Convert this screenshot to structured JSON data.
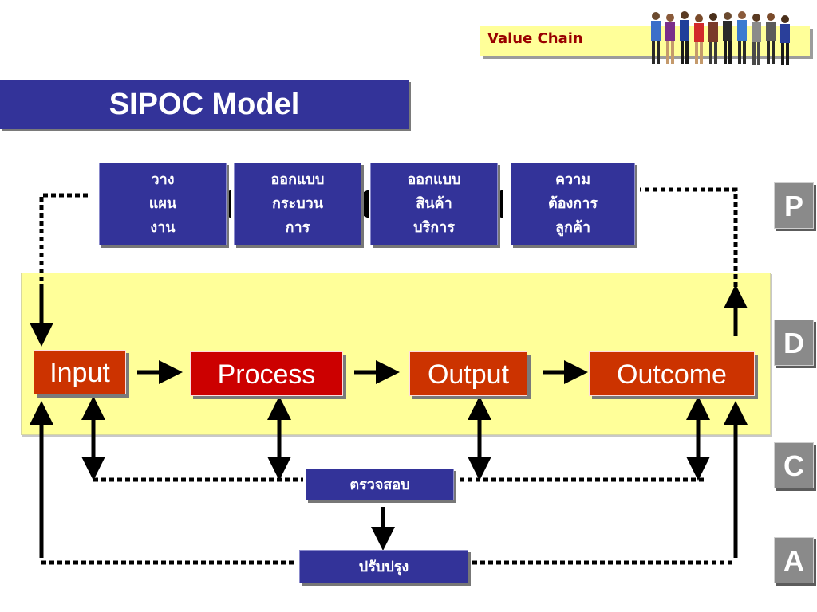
{
  "header": {
    "tag_label": "Value Chain"
  },
  "title": "SIPOC    Model",
  "planning": [
    {
      "lines": [
        "วาง",
        "แผน",
        "งาน"
      ]
    },
    {
      "lines": [
        "ออกแบบ",
        "กระบวน",
        "การ"
      ]
    },
    {
      "lines": [
        "ออกแบบ",
        "สินค้า",
        "บริการ"
      ]
    },
    {
      "lines": [
        "ความ",
        "ต้องการ",
        "ลูกค้า"
      ]
    }
  ],
  "sipoc": {
    "input": "Input",
    "process": "Process",
    "output": "Output",
    "outcome": "Outcome"
  },
  "check_label": "ตรวจสอบ",
  "improve_label": "ปรับปรุง",
  "pdca": {
    "p": "P",
    "d": "D",
    "c": "C",
    "a": "A"
  },
  "colors": {
    "navy": "#333399",
    "red_box": "#cc3300",
    "process_box": "#cc0000",
    "yellow_area": "#ffff99",
    "pdca_gray": "#8a8a8a"
  }
}
